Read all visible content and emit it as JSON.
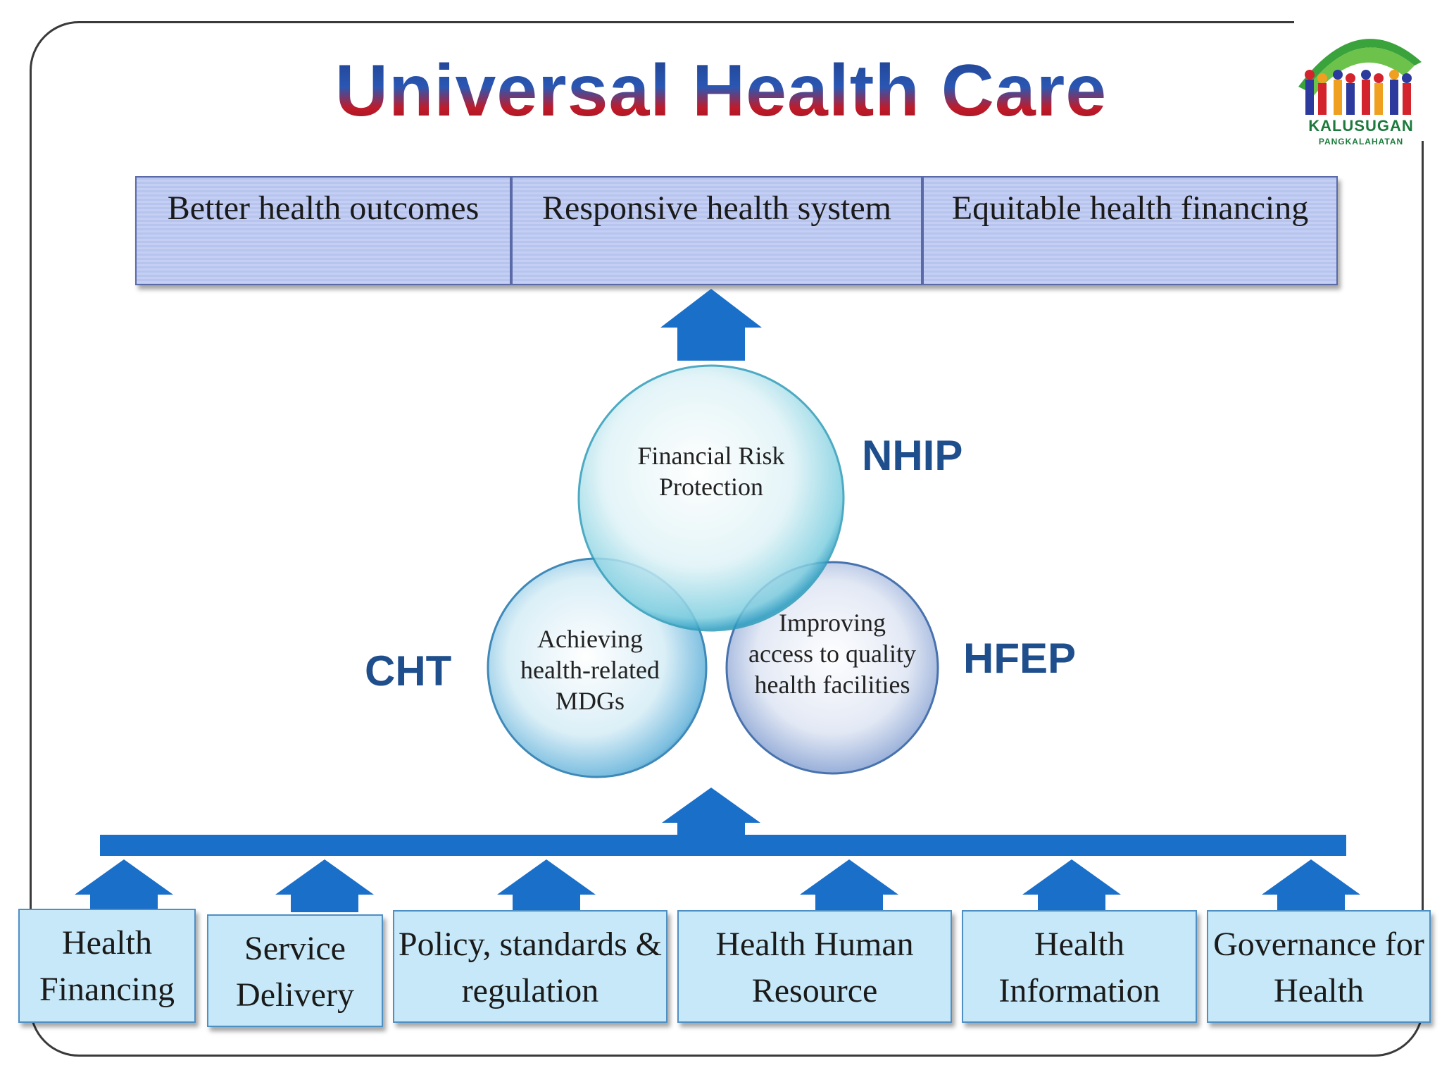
{
  "title": "Universal Health Care",
  "logo": {
    "name": "KALUSUGAN",
    "sub": "PANGKALAHATAN"
  },
  "outcomes": [
    {
      "label": "Better health outcomes"
    },
    {
      "label": "Responsive health system"
    },
    {
      "label": "Equitable health financing"
    }
  ],
  "circles": {
    "top": {
      "label": "Financial Risk Protection",
      "program": "NHIP"
    },
    "left": {
      "label": "Achieving health-related MDGs",
      "program": "CHT"
    },
    "right": {
      "label": "Improving access to quality health facilities",
      "program": "HFEP"
    }
  },
  "pillars": [
    {
      "label": "Health Financing"
    },
    {
      "label": "Service Delivery"
    },
    {
      "label": "Policy, standards & regulation"
    },
    {
      "label": "Health Human Resource"
    },
    {
      "label": "Health Information"
    },
    {
      "label": "Governance for Health"
    }
  ],
  "colors": {
    "arrow": "#1a6fc9",
    "accent": "#1f4e8c"
  }
}
